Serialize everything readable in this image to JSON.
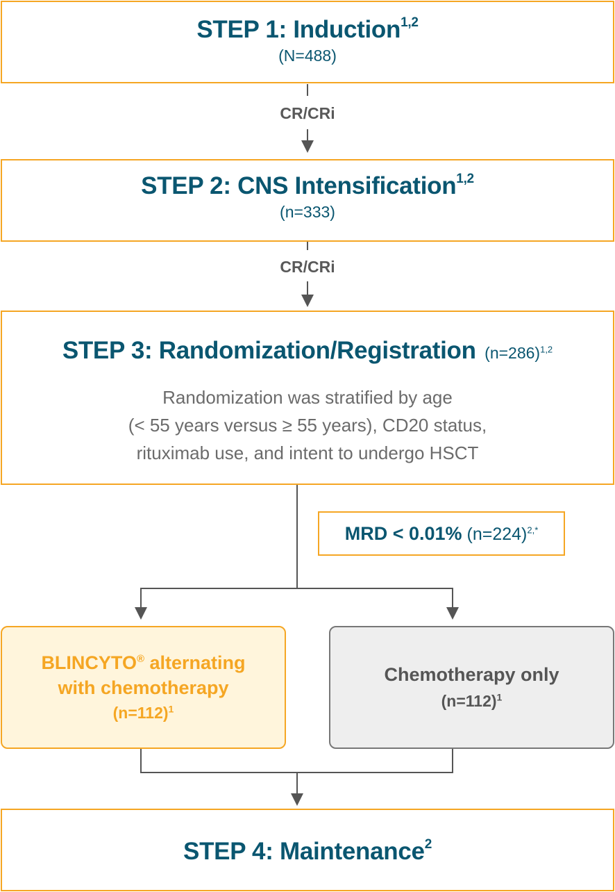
{
  "colors": {
    "title": "#0a5670",
    "box_border": "#f5a623",
    "arm_active_fill": "#fff5dc",
    "arm_active_text": "#f5a623",
    "arm_control_fill": "#eeeeee",
    "arm_control_border": "#777777",
    "arm_control_text": "#555555",
    "arrow": "#555555"
  },
  "step1": {
    "title": "STEP 1: Induction",
    "sup": "1,2",
    "count": "(N=488)"
  },
  "edge1": {
    "label": "CR/CRi"
  },
  "step2": {
    "title": "STEP 2: CNS Intensification",
    "sup": "1,2",
    "count": "(n=333)"
  },
  "edge2": {
    "label": "CR/CRi"
  },
  "step3": {
    "title": "STEP 3: Randomization/Registration",
    "count": "(n=286)",
    "sup": "1,2",
    "desc_line1": "Randomization was stratified by age",
    "desc_line2": "(< 55 years versus ≥ 55 years), CD20 status,",
    "desc_line3": "rituximab use, and intent to undergo HSCT"
  },
  "mrd": {
    "label": "MRD < 0.01%",
    "count": "(n=224)",
    "sup": "2,*"
  },
  "arm_blincyto": {
    "name": "BLINCYTO",
    "reg": "®",
    "name_rest": " alternating",
    "line2": "with chemotherapy",
    "count": "(n=112)",
    "sup": "1"
  },
  "arm_chemo": {
    "name": "Chemotherapy only",
    "count": "(n=112)",
    "sup": "1"
  },
  "step4": {
    "title": "STEP 4: Maintenance",
    "sup": "2"
  }
}
